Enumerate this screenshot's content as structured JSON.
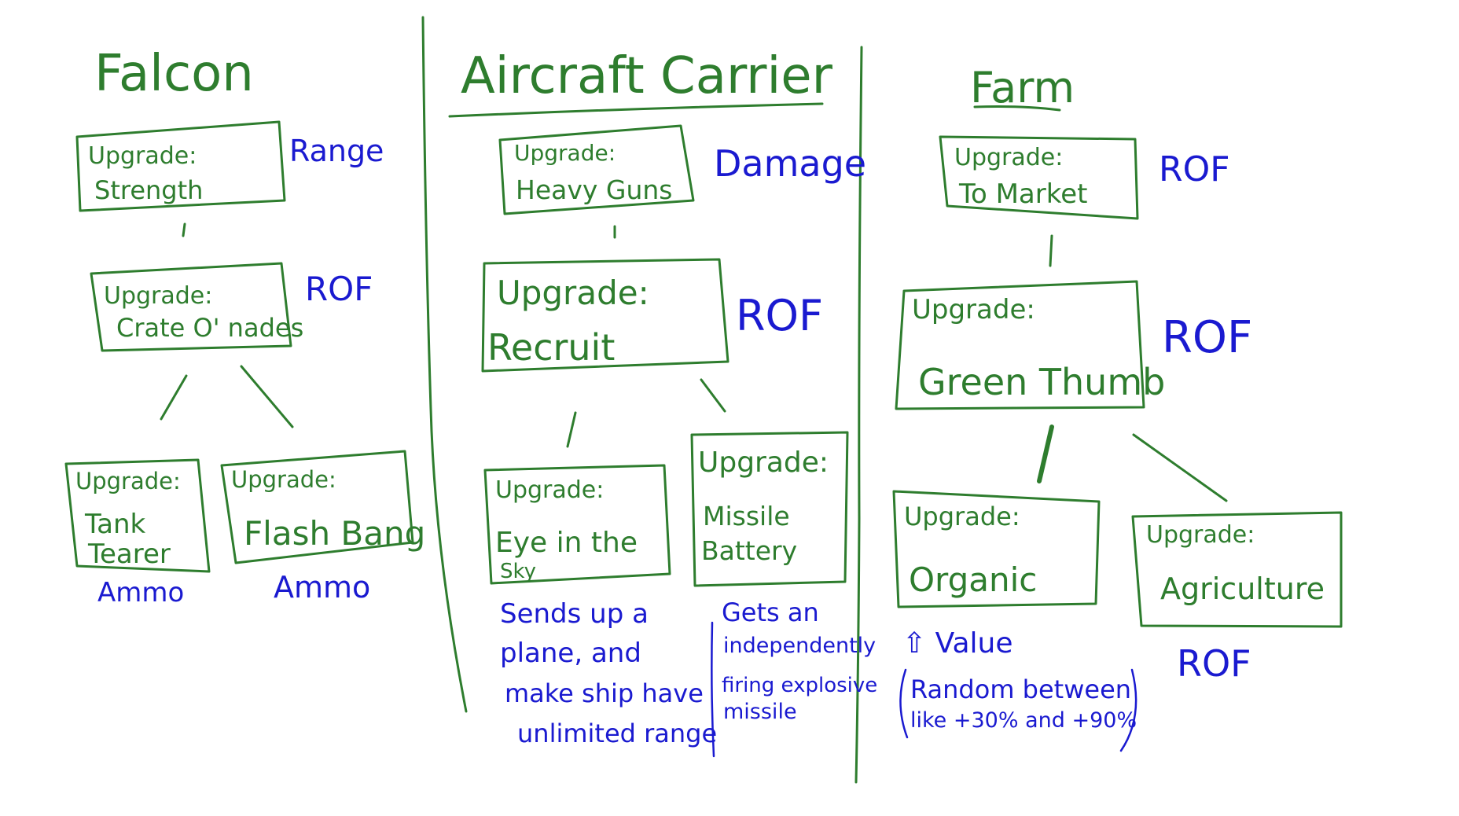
{
  "colors": {
    "ink_green": "#2e7d2e",
    "ink_blue": "#1a1ad0",
    "background": "#ffffff"
  },
  "falcon": {
    "title": "Falcon",
    "strength": {
      "label": "Upgrade:",
      "name": "Strength",
      "stat": "Range"
    },
    "crate": {
      "label": "Upgrade:",
      "name": "Crate O' nades",
      "stat": "ROF"
    },
    "tank": {
      "label": "Upgrade:",
      "name_line1": "Tank",
      "name_line2": "Tearer",
      "stat": "Ammo"
    },
    "flash": {
      "label": "Upgrade:",
      "name": "Flash Bang",
      "stat": "Ammo"
    }
  },
  "carrier": {
    "title": "Aircraft Carrier",
    "heavy": {
      "label": "Upgrade:",
      "name": "Heavy Guns",
      "stat": "Damage"
    },
    "recruit": {
      "label": "Upgrade:",
      "name": "Recruit",
      "stat": "ROF"
    },
    "eye": {
      "label": "Upgrade:",
      "name_line1": "Eye in the",
      "name_line2": "Sky",
      "note_line1": "Sends up a",
      "note_line2": "plane, and",
      "note_line3": "make ship have",
      "note_line4": "unlimited range"
    },
    "missile": {
      "label": "Upgrade:",
      "name_line1": "Missile",
      "name_line2": "Battery",
      "note_line1": "Gets an",
      "note_line2": "independently",
      "note_line3": "firing explosive",
      "note_line4": "missile"
    }
  },
  "farm": {
    "title": "Farm",
    "market": {
      "label": "Upgrade:",
      "name": "To Market",
      "stat": "ROF"
    },
    "green": {
      "label": "Upgrade:",
      "name": "Green Thumb",
      "stat": "ROF"
    },
    "organic": {
      "label": "Upgrade:",
      "name": "Organic",
      "note_line1": "⇧ Value",
      "note_line2": "Random between",
      "note_line3": "like +30% and +90%"
    },
    "agri": {
      "label": "Upgrade:",
      "name": "Agriculture",
      "stat": "ROF"
    }
  }
}
